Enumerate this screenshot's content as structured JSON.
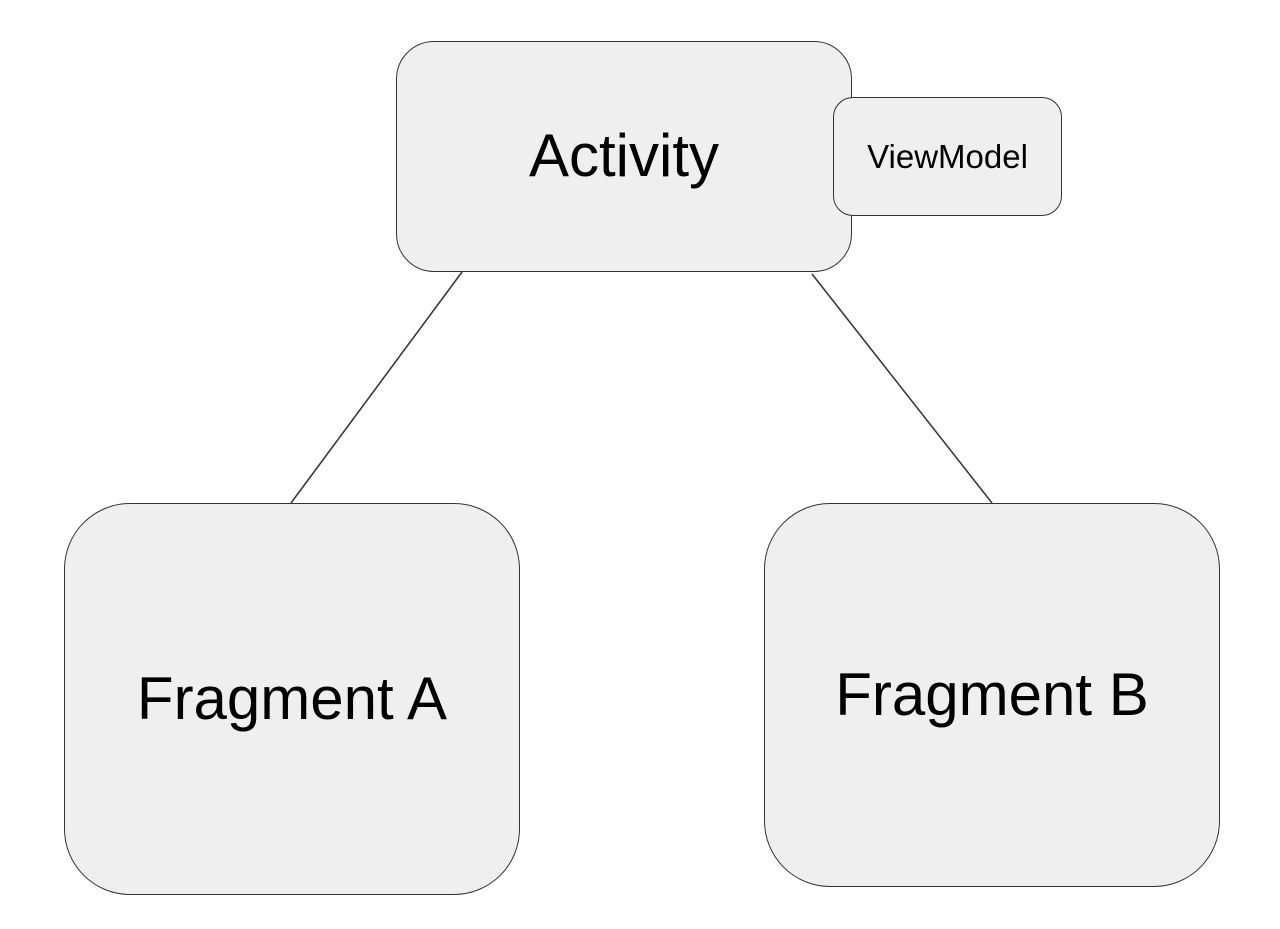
{
  "diagram": {
    "nodes": {
      "activity": {
        "label": "Activity"
      },
      "viewmodel": {
        "label": "ViewModel"
      },
      "fragment_a": {
        "label": "Fragment A"
      },
      "fragment_b": {
        "label": "Fragment B"
      }
    },
    "edges": [
      {
        "from": "activity",
        "to": "fragment_a"
      },
      {
        "from": "activity",
        "to": "fragment_b"
      }
    ],
    "colors": {
      "node_fill": "#efefef",
      "node_stroke": "#333333",
      "text": "#000000",
      "background": "#ffffff"
    }
  }
}
